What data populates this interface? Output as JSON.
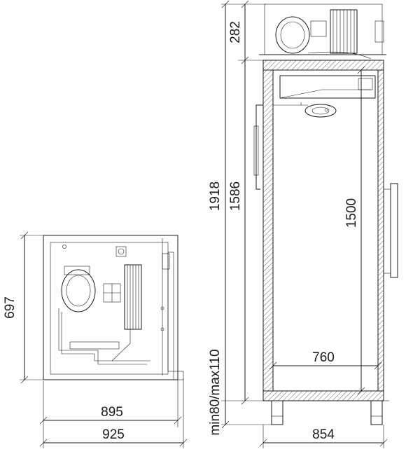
{
  "dimensions": {
    "top_view_height": "697",
    "top_view_inner_width": "895",
    "top_view_outer_width": "925",
    "total_height": "1918",
    "cabinet_height": "1586",
    "unit_height": "282",
    "inner_height": "1500",
    "inner_depth": "760",
    "outer_depth": "854",
    "feet_height": "min80/max110"
  }
}
